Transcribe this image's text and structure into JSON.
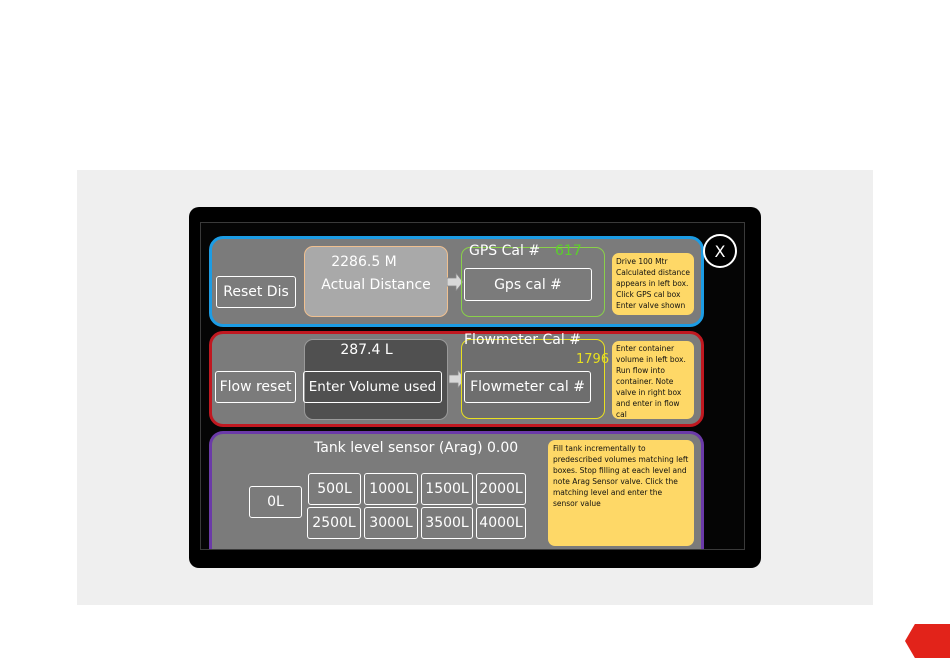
{
  "close_label": "X",
  "gps": {
    "reset_label": "Reset Dis",
    "distance_value": "2286.5 M",
    "distance_label": "Actual Distance",
    "cal_title": "GPS Cal #",
    "cal_value": "617",
    "cal_button": "Gps cal #",
    "note": "Drive 100 Mtr Calculated distance appears in left box. Click GPS cal box Enter valve shown"
  },
  "flow": {
    "reset_label": "Flow reset",
    "volume_value": "287.4 L",
    "volume_button": "Enter Volume used",
    "cal_title": "Flowmeter Cal #",
    "cal_value": "1796",
    "cal_button": "Flowmeter cal #",
    "note": "Enter container volume in left box. Run flow into container. Note valve in right box and enter in flow cal"
  },
  "tank": {
    "title": "Tank level sensor (Arag) 0.00",
    "zero_label": "0L",
    "levels_row1": [
      "500L",
      "1000L",
      "1500L",
      "2000L"
    ],
    "levels_row2": [
      "2500L",
      "3000L",
      "3500L",
      "4000L"
    ],
    "note": "Fill tank incrementally to predescribed volumes matching left boxes. Stop filling at each level and note Arag Sensor valve. Click the matching level and enter the sensor value"
  },
  "colors": {
    "gps_border": "#1c9ce4",
    "flow_border": "#c01820",
    "tank_border": "#6b3aa8",
    "note_bg": "#fed867",
    "gps_value": "#5ad02a",
    "flow_value": "#e8e020"
  }
}
